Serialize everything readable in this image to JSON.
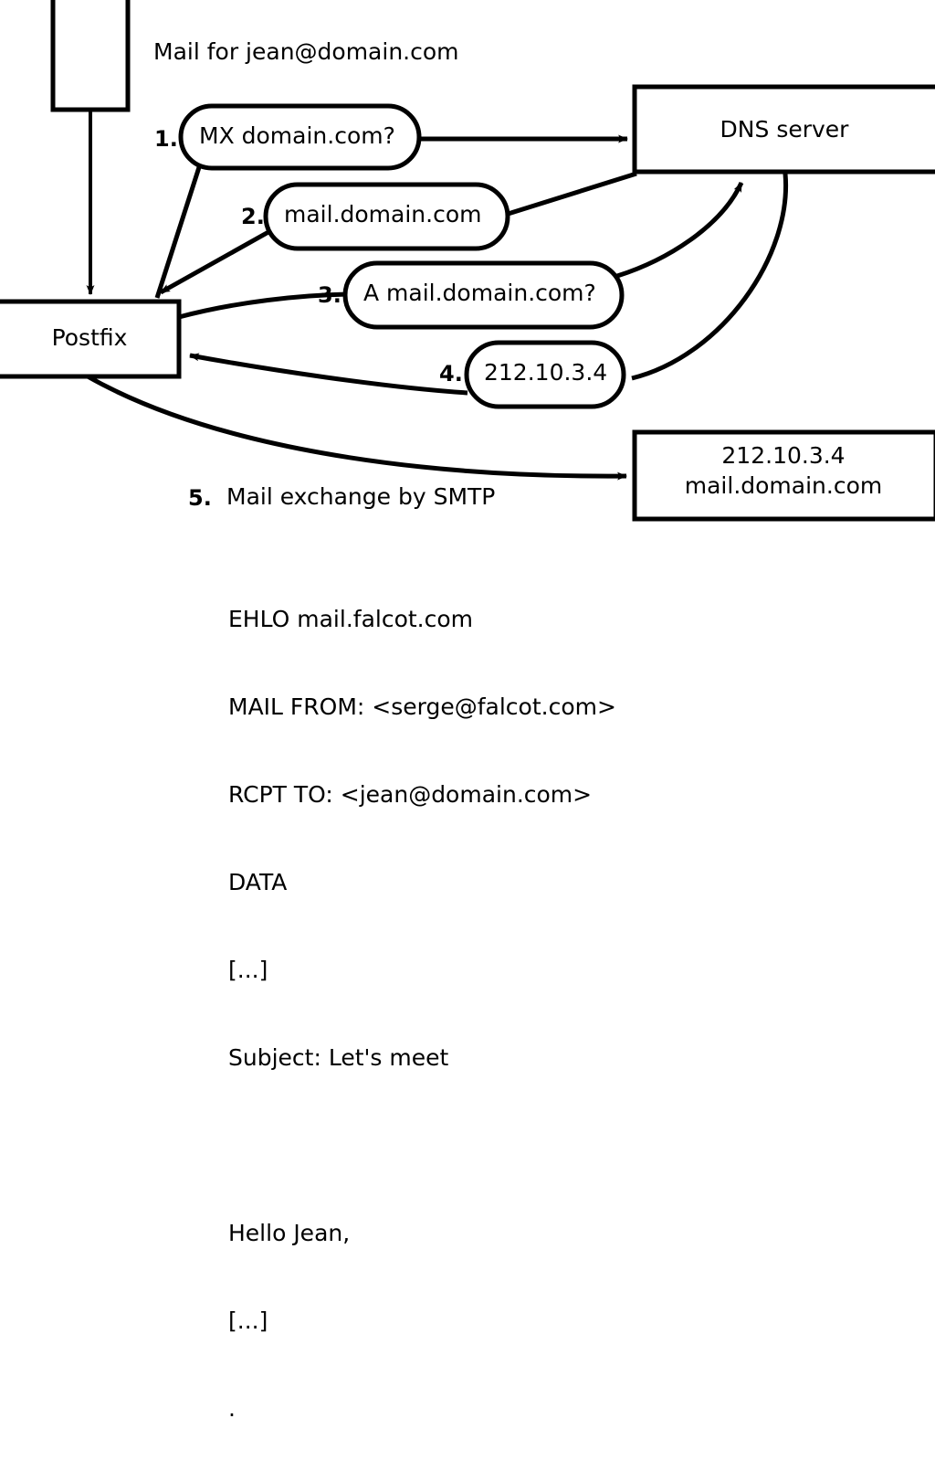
{
  "diagram": {
    "title": "Mail for jean@domain.com",
    "nodes": {
      "client_box": {
        "label": ""
      },
      "postfix": {
        "label": "Postfix"
      },
      "dns_server": {
        "label": "DNS server"
      },
      "mail_server": {
        "line1": "212.10.3.4",
        "line2": "mail.domain.com"
      }
    },
    "steps": [
      {
        "number": "1.",
        "bubble": "MX domain.com?"
      },
      {
        "number": "2.",
        "bubble": "mail.domain.com"
      },
      {
        "number": "3.",
        "bubble": "A mail.domain.com?"
      },
      {
        "number": "4.",
        "bubble": "212.10.3.4"
      },
      {
        "number": "5.",
        "label": "Mail exchange by SMTP"
      }
    ],
    "smtp_transcript": [
      "EHLO mail.falcot.com",
      "MAIL FROM: <serge@falcot.com>",
      "RCPT TO: <jean@domain.com>",
      "DATA",
      "[...]",
      "Subject: Let's meet",
      "",
      "Hello Jean,",
      "[...]",
      "."
    ],
    "colors": {
      "stroke": "#000000",
      "fill": "#ffffff",
      "background": "#ffffff"
    }
  }
}
